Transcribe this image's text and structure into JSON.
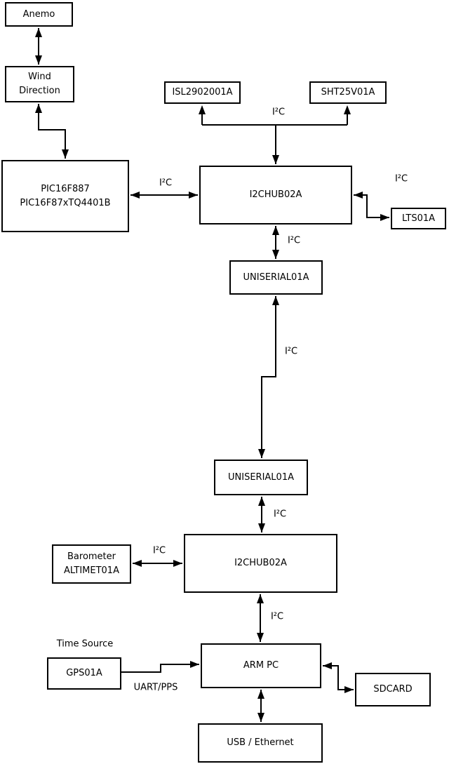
{
  "nodes": {
    "anemo": {
      "label": "Anemo"
    },
    "wind_direction": {
      "label": "Wind\nDirection"
    },
    "pic": {
      "label": "PIC16F887\nPIC16F87xTQ4401B"
    },
    "isl": {
      "label": "ISL2902001A"
    },
    "sht": {
      "label": "SHT25V01A"
    },
    "i2c_hub_top": {
      "label": "I2CHUB02A"
    },
    "lts": {
      "label": "LTS01A"
    },
    "uniserial_top": {
      "label": "UNISERIAL01A"
    },
    "uniserial_bottom": {
      "label": "UNISERIAL01A"
    },
    "i2c_hub_bottom": {
      "label": "I2CHUB02A"
    },
    "barometer": {
      "label": "Barometer\nALTIMET01A"
    },
    "gps": {
      "label": "GPS01A"
    },
    "arm_pc": {
      "label": "ARM PC"
    },
    "sdcard": {
      "label": "SDCARD"
    },
    "usb_ethernet": {
      "label": "USB / Ethernet"
    }
  },
  "edge_labels": {
    "i2c": "I²C",
    "time_source": "Time Source",
    "uart_pps": "UART/PPS"
  },
  "colors": {
    "line": "#000000",
    "background": "#ffffff",
    "box_fill": "#ffffff"
  }
}
